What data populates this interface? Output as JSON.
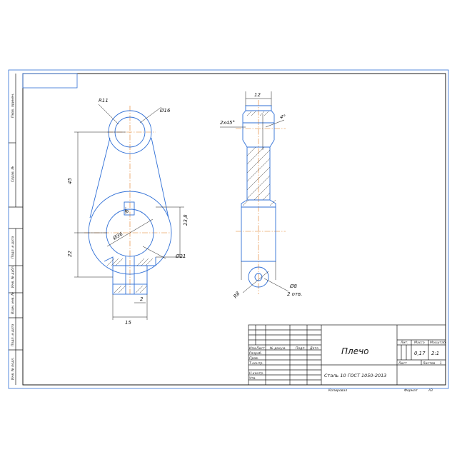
{
  "drawing": {
    "part_title": "Плечо",
    "material": "Сталь 10  ГОСТ 1050-2013",
    "mass": "0,17",
    "scale": "2:1",
    "sheet_label": "Лист",
    "sheets_label": "Листов",
    "sheets_value": "1",
    "lit_label": "Лит.",
    "mass_label": "Масса",
    "scale_label": "Масштаб",
    "copied_label": "Копировал",
    "format_label": "Формат",
    "format_value": "А3"
  },
  "title_block_rows": {
    "row_headers": [
      "Изм",
      "Лист",
      "№ докум.",
      "Подп.",
      "Дата"
    ],
    "razrab": "Разраб.",
    "prov": "Пров.",
    "tkontr": "Т.контр.",
    "nkontr": "Н.контр.",
    "utv": "Утв."
  },
  "side_stamps": [
    "Перв. примен.",
    "Справ. №",
    "Подп. и дата",
    "Инв. № дубл.",
    "Взам. инв. №",
    "Подп. и дата",
    "Инв. № подл."
  ],
  "dimensions": {
    "r11": "R11",
    "d16": "Ø16",
    "d45": "45",
    "d22": "22",
    "d36": "Ø36",
    "d21": "Ø21",
    "d28": "23,8",
    "d6": "6",
    "d15": "15",
    "d2": "2",
    "d12": "12",
    "chamfer": "2x45°",
    "angle": "4°",
    "d8": "Ø8",
    "r8": "R8",
    "holes": "2 отв."
  },
  "colors": {
    "outline": "#2f6fd6",
    "centerline": "#e07a1f",
    "lines": "#1a1a1a"
  }
}
